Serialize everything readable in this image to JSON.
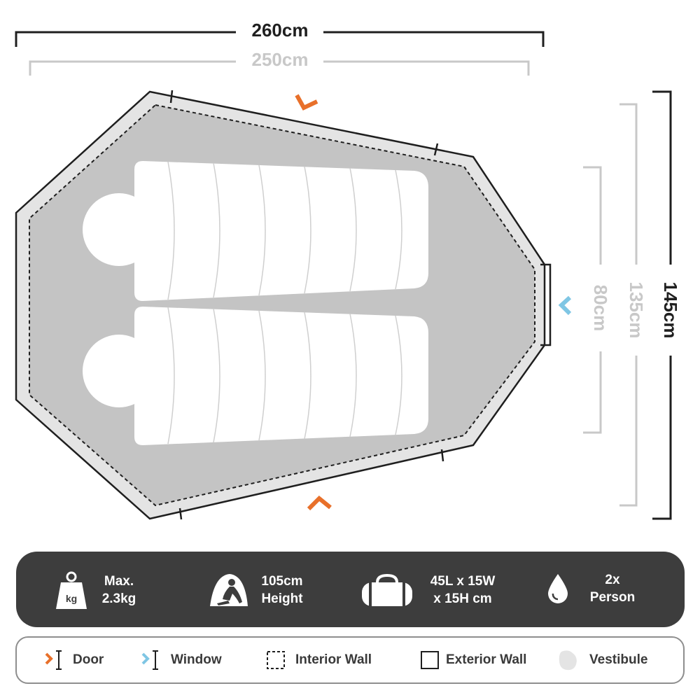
{
  "dimensions": {
    "outer_length": "260cm",
    "inner_length": "250cm",
    "outer_width": "145cm",
    "inner_width": "135cm",
    "end_width": "80cm"
  },
  "colors": {
    "door": "#e8702a",
    "window": "#7fc6e4",
    "floor": "#c4c4c4",
    "vestibule": "#e4e4e4",
    "dark_panel": "#3d3d3d",
    "dim_dark": "#1f1f1f",
    "dim_light": "#c8c8c8"
  },
  "specs": [
    {
      "icon": "weight-icon",
      "weight_badge": "kg",
      "line1": "Max.",
      "line2": "2.3kg"
    },
    {
      "icon": "tent-person-icon",
      "line1": "105cm",
      "line2": "Height"
    },
    {
      "icon": "duffel-bag-icon",
      "line1": "45L x 15W",
      "line2": "x 15H cm"
    },
    {
      "icon": "water-drop-icon",
      "line1": "2x",
      "line2": "Person"
    }
  ],
  "legend": [
    {
      "icon": "door-marker-icon",
      "label": "Door"
    },
    {
      "icon": "window-marker-icon",
      "label": "Window"
    },
    {
      "icon": "interior-wall-icon",
      "label": "Interior Wall"
    },
    {
      "icon": "exterior-wall-icon",
      "label": "Exterior Wall"
    },
    {
      "icon": "vestibule-icon",
      "label": "Vestibule"
    }
  ]
}
